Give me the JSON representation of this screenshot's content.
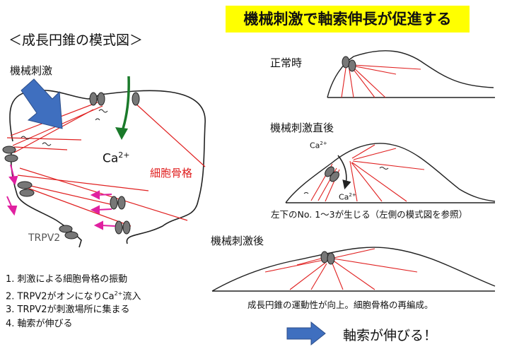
{
  "banner": "機械刺激で軸索伸長が促進する",
  "left_title": "＜成長円錐の模式図＞",
  "stimulus_label": "機械刺激",
  "calcium": {
    "base": "Ca",
    "charge": "2+"
  },
  "cytoskeleton_label": "細胞骨格",
  "trpv2_label": "TRPV2",
  "steps": [
    {
      "num": "1.",
      "pre": "刺激による細胞骨格の振動",
      "post": ""
    },
    {
      "num": "2.",
      "pre": "TRPV2がオンになりCa",
      "post": "流入"
    },
    {
      "num": "3.",
      "pre": "TRPV2が刺激場所に集まる",
      "post": ""
    },
    {
      "num": "4.",
      "pre": "軸索が伸びる",
      "post": ""
    }
  ],
  "panels": {
    "normal": {
      "title": "正常時"
    },
    "just_after": {
      "title": "機械刺激直後",
      "caption": "左下のNo. 1～3が生じる（左側の模式図を参照）"
    },
    "after": {
      "title": "機械刺激後",
      "caption": "成長円錐の運動性が向上。細胞骨格の再編成。"
    }
  },
  "conclusion": "軸索が伸びる！",
  "colors": {
    "banner_bg": "#ffff00",
    "cytoskeleton": "#e02020",
    "arrow_blue": "#3f6fbf",
    "arrow_green": "#1a7a2a",
    "arrow_magenta": "#e020a0",
    "channel_gray": "#777777"
  }
}
